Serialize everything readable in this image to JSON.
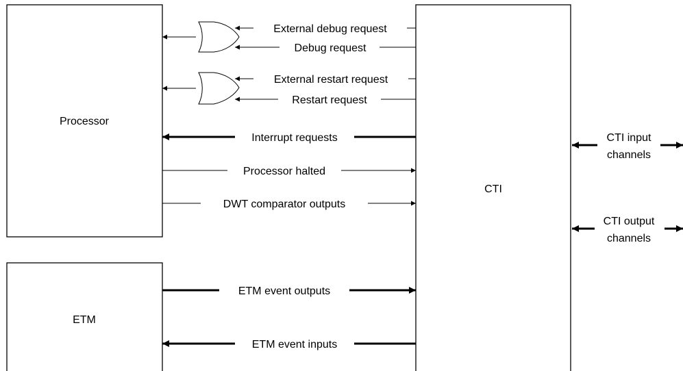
{
  "blocks": {
    "processor": "Processor",
    "etm": "ETM",
    "cti": "CTI"
  },
  "signals": {
    "external_debug_request": "External debug request",
    "debug_request": "Debug request",
    "external_restart_request": "External restart request",
    "restart_request": "Restart request",
    "interrupt_requests": "Interrupt requests",
    "processor_halted": "Processor halted",
    "dwt_comparator_outputs": "DWT comparator outputs",
    "etm_event_outputs": "ETM event outputs",
    "etm_event_inputs": "ETM event inputs"
  },
  "channels": {
    "input_line1": "CTI input",
    "input_line2": "channels",
    "output_line1": "CTI output",
    "output_line2": "channels"
  },
  "colors": {
    "stroke": "#000000",
    "background": "#ffffff"
  }
}
